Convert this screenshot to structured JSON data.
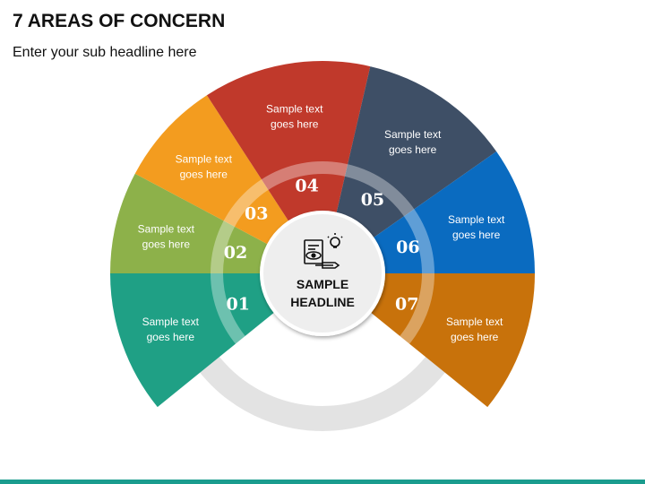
{
  "header": {
    "title": "7 AREAS OF CONCERN",
    "subtitle": "Enter your sub headline here"
  },
  "center": {
    "line1": "SAMPLE",
    "line2": "HEADLINE",
    "icon": "document-eye-lightbulb-icon"
  },
  "segments": [
    {
      "num": "01",
      "line1": "Sample text",
      "line2": "goes here",
      "color": "#1fa085"
    },
    {
      "num": "02",
      "line1": "Sample text",
      "line2": "goes here",
      "color": "#8db14a"
    },
    {
      "num": "03",
      "line1": "Sample text",
      "line2": "goes here",
      "color": "#f39c1f"
    },
    {
      "num": "04",
      "line1": "Sample text",
      "line2": "goes here",
      "color": "#c0392b"
    },
    {
      "num": "05",
      "line1": "Sample text",
      "line2": "goes here",
      "color": "#3e4f66"
    },
    {
      "num": "06",
      "line1": "Sample text",
      "line2": "goes here",
      "color": "#0a6bc0"
    },
    {
      "num": "07",
      "line1": "Sample text",
      "line2": "goes here",
      "color": "#c8720b"
    }
  ],
  "colors": {
    "ring": "#e3e3e3",
    "center_fill": "#eeeeee",
    "accent_bar": "#1a9c8e"
  }
}
